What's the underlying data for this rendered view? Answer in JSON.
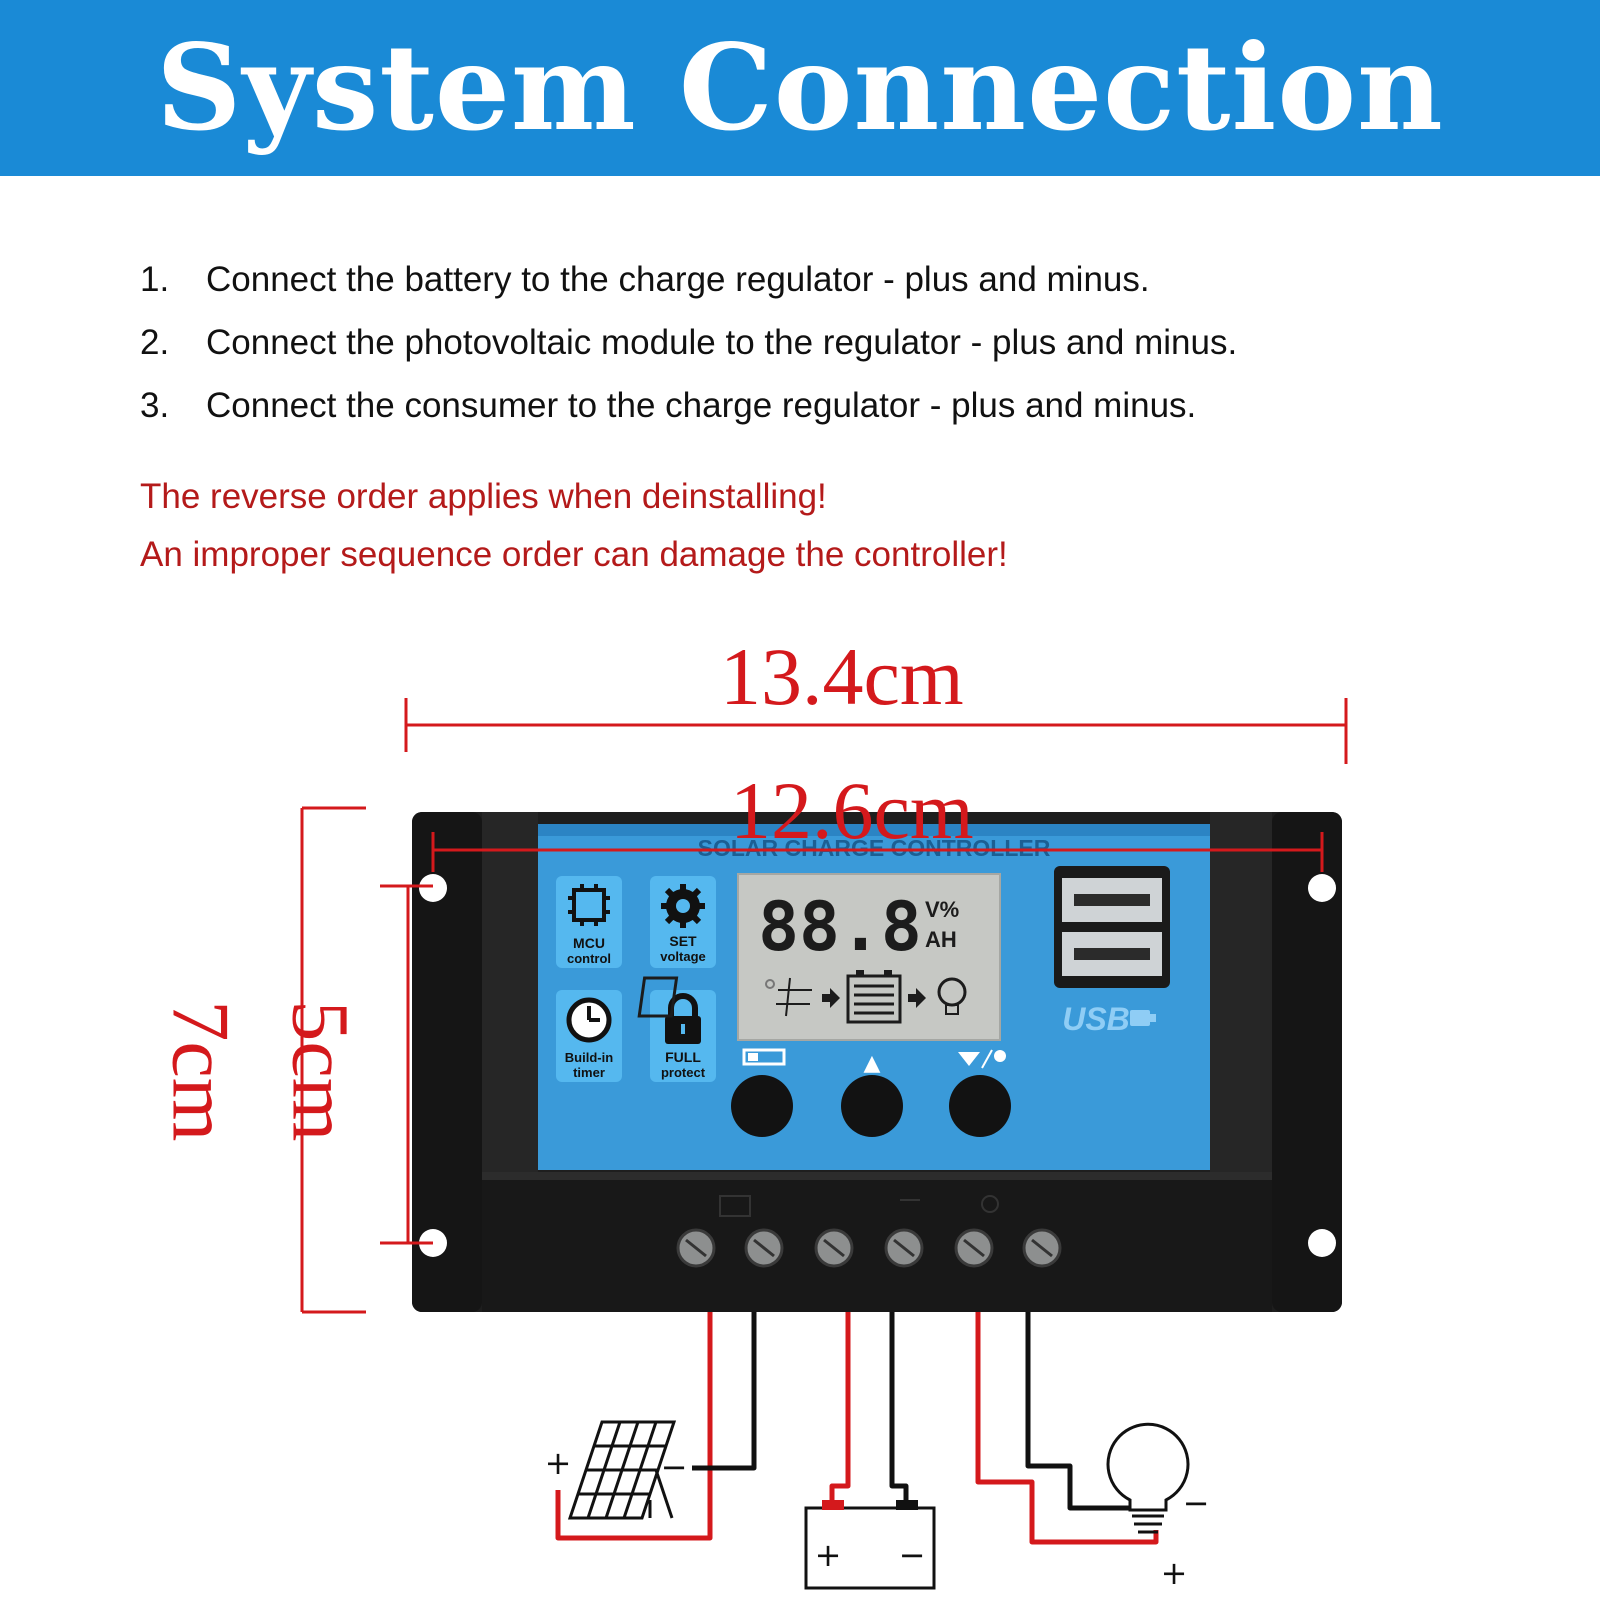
{
  "header": {
    "title": "System Connection",
    "bg_color": "#1a8ad6"
  },
  "steps": [
    {
      "number": "1.",
      "text": "Connect the battery to the charge regulator - plus and minus."
    },
    {
      "number": "2.",
      "text": "Connect the photovoltaic module to the regulator - plus and minus."
    },
    {
      "number": "3.",
      "text": "Connect the consumer to the charge regulator - plus and minus."
    }
  ],
  "warnings": [
    "The reverse order applies when deinstalling!",
    "An improper sequence order can damage the controller!"
  ],
  "dimensions": {
    "overall_width": "13.4cm",
    "hole_spacing_width": "12.6cm",
    "overall_height": "7cm",
    "hole_spacing_height": "5cm"
  },
  "controller": {
    "panel_title": "SOLAR CHARGE CONTROLLER",
    "lcd_digits": "88.8",
    "lcd_unit_top": "V%",
    "lcd_unit_bottom": "AH",
    "features": [
      {
        "icon": "chip-icon",
        "label_1": "MCU",
        "label_2": "control"
      },
      {
        "icon": "gear-icon",
        "label_1": "SET",
        "label_2": "voltage"
      },
      {
        "icon": "clock-icon",
        "label_1": "Build-in",
        "label_2": "timer"
      },
      {
        "icon": "lock-icon",
        "label_1": "FULL",
        "label_2": "protect"
      }
    ],
    "usb_label": "USB",
    "button_symbols": [
      "▲"
    ],
    "panel_color": "#3a9ad9",
    "body_color": "#1e1e1e"
  },
  "wiring": {
    "plus": "+",
    "minus": "−",
    "positive_color": "#d4191c",
    "negative_color": "#111111"
  }
}
